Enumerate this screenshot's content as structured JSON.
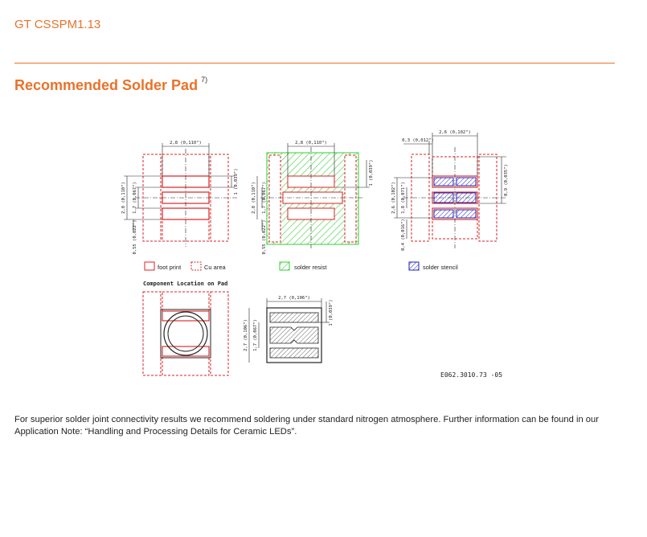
{
  "header": {
    "document_id": "GT CSSPM1.13",
    "title": "Recommended Solder Pad",
    "title_footnote": "7)"
  },
  "drawing": {
    "dimensions": {
      "pad_width": "2,8 (0,110\")",
      "cu_width": "2,8 (0,110\")",
      "stencil_gap": "0,3 (0,012\")",
      "stencil_width": "2,6 (0,102\")",
      "pad_height": "1 (0,039\")",
      "foot_height": "2,8 (0,110\")",
      "foot_inner": "1,7 (0,067\")",
      "foot_bottom": "0,55 (0,022\")",
      "resist_right": "1 (0,039\")",
      "resist_outer": "2,8 (0,110\")",
      "resist_inner": "1,7 (0,067\")",
      "resist_bottom": "0,55 (0,022\")",
      "stencil_right": "0,9 (0,035\")",
      "stencil_height": "2,6 (0,102\")",
      "stencil_inner": "1,8 (0,071\")",
      "stencil_bottom": "0,4 (0,016\")",
      "package_width": "2,7 (0,106\")",
      "package_height": "2,7 (0,106\")",
      "package_inner": "1,7 (0,067\")",
      "package_pad": "1 (0,039\")"
    },
    "legend": {
      "footprint": "foot print",
      "cu_area": "Cu area",
      "solder_resist": "solder resist",
      "solder_stencil": "solder stencil"
    },
    "component_location_label": "Component Location on Pad",
    "drawing_number": "E062.3010.73 -05",
    "colors": {
      "footprint": "#dd2020",
      "resist": "#33cc33",
      "stencil": "#2020bb",
      "dim": "#222222"
    }
  },
  "footer": {
    "note": "For superior solder joint connectivity results we recommend soldering under standard nitrogen atmosphere. Further information can be found in our Application Note: “Handling and Processing Details for Ceramic LEDs”."
  }
}
